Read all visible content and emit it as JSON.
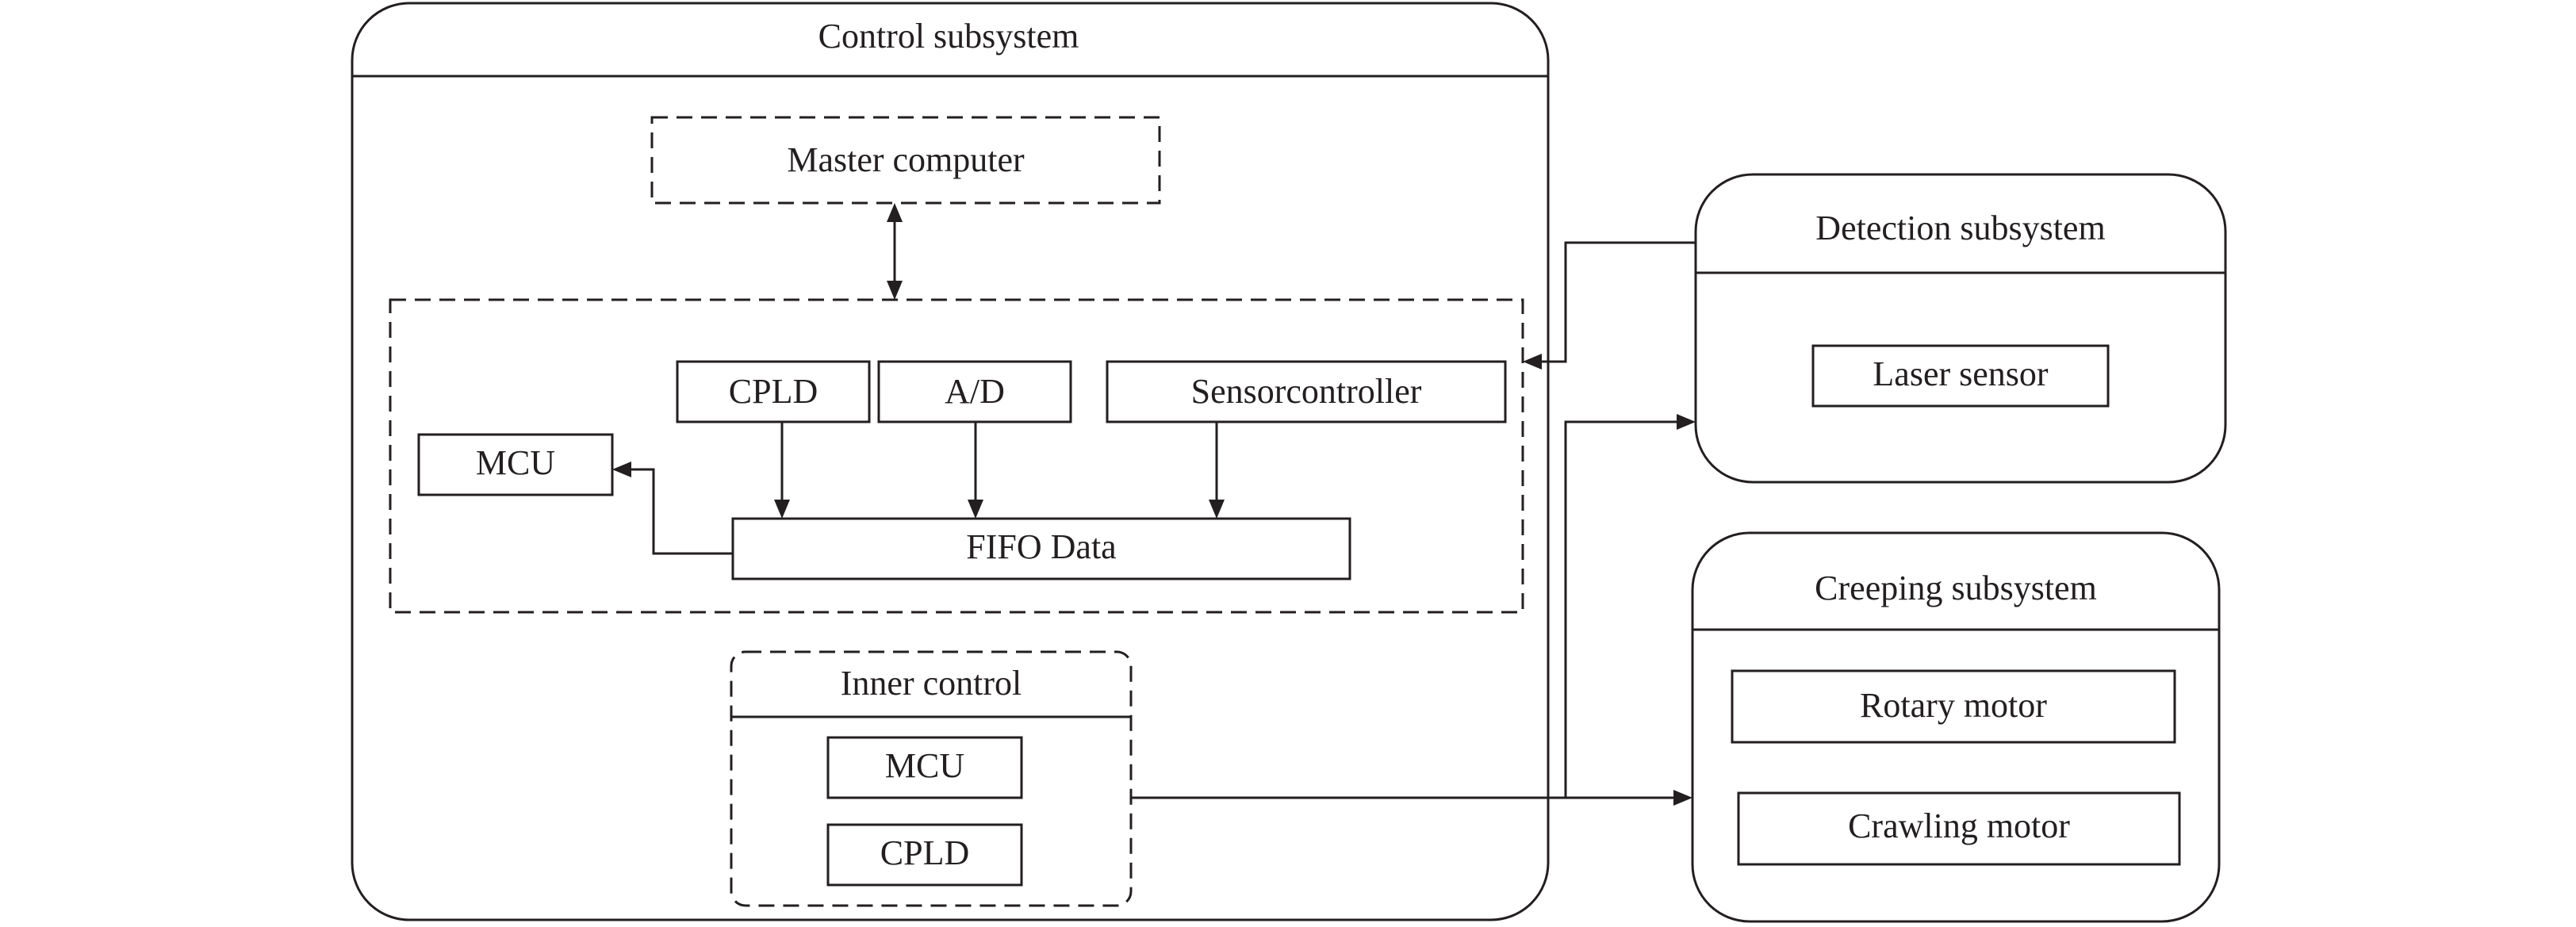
{
  "control": {
    "title": "Control subsystem",
    "master": "Master computer",
    "cpld": "CPLD",
    "ad": "A/D",
    "sensorcontroller": "Sensorcontroller",
    "mcu": "MCU",
    "fifo": "FIFO Data",
    "inner": {
      "title": "Inner control",
      "mcu": "MCU",
      "cpld": "CPLD"
    }
  },
  "detection": {
    "title": "Detection subsystem",
    "laser": "Laser sensor"
  },
  "creeping": {
    "title": "Creeping subsystem",
    "rotary": "Rotary motor",
    "crawling": "Crawling motor"
  },
  "colors": {
    "ink": "#231f20",
    "background": "#ffffff"
  }
}
